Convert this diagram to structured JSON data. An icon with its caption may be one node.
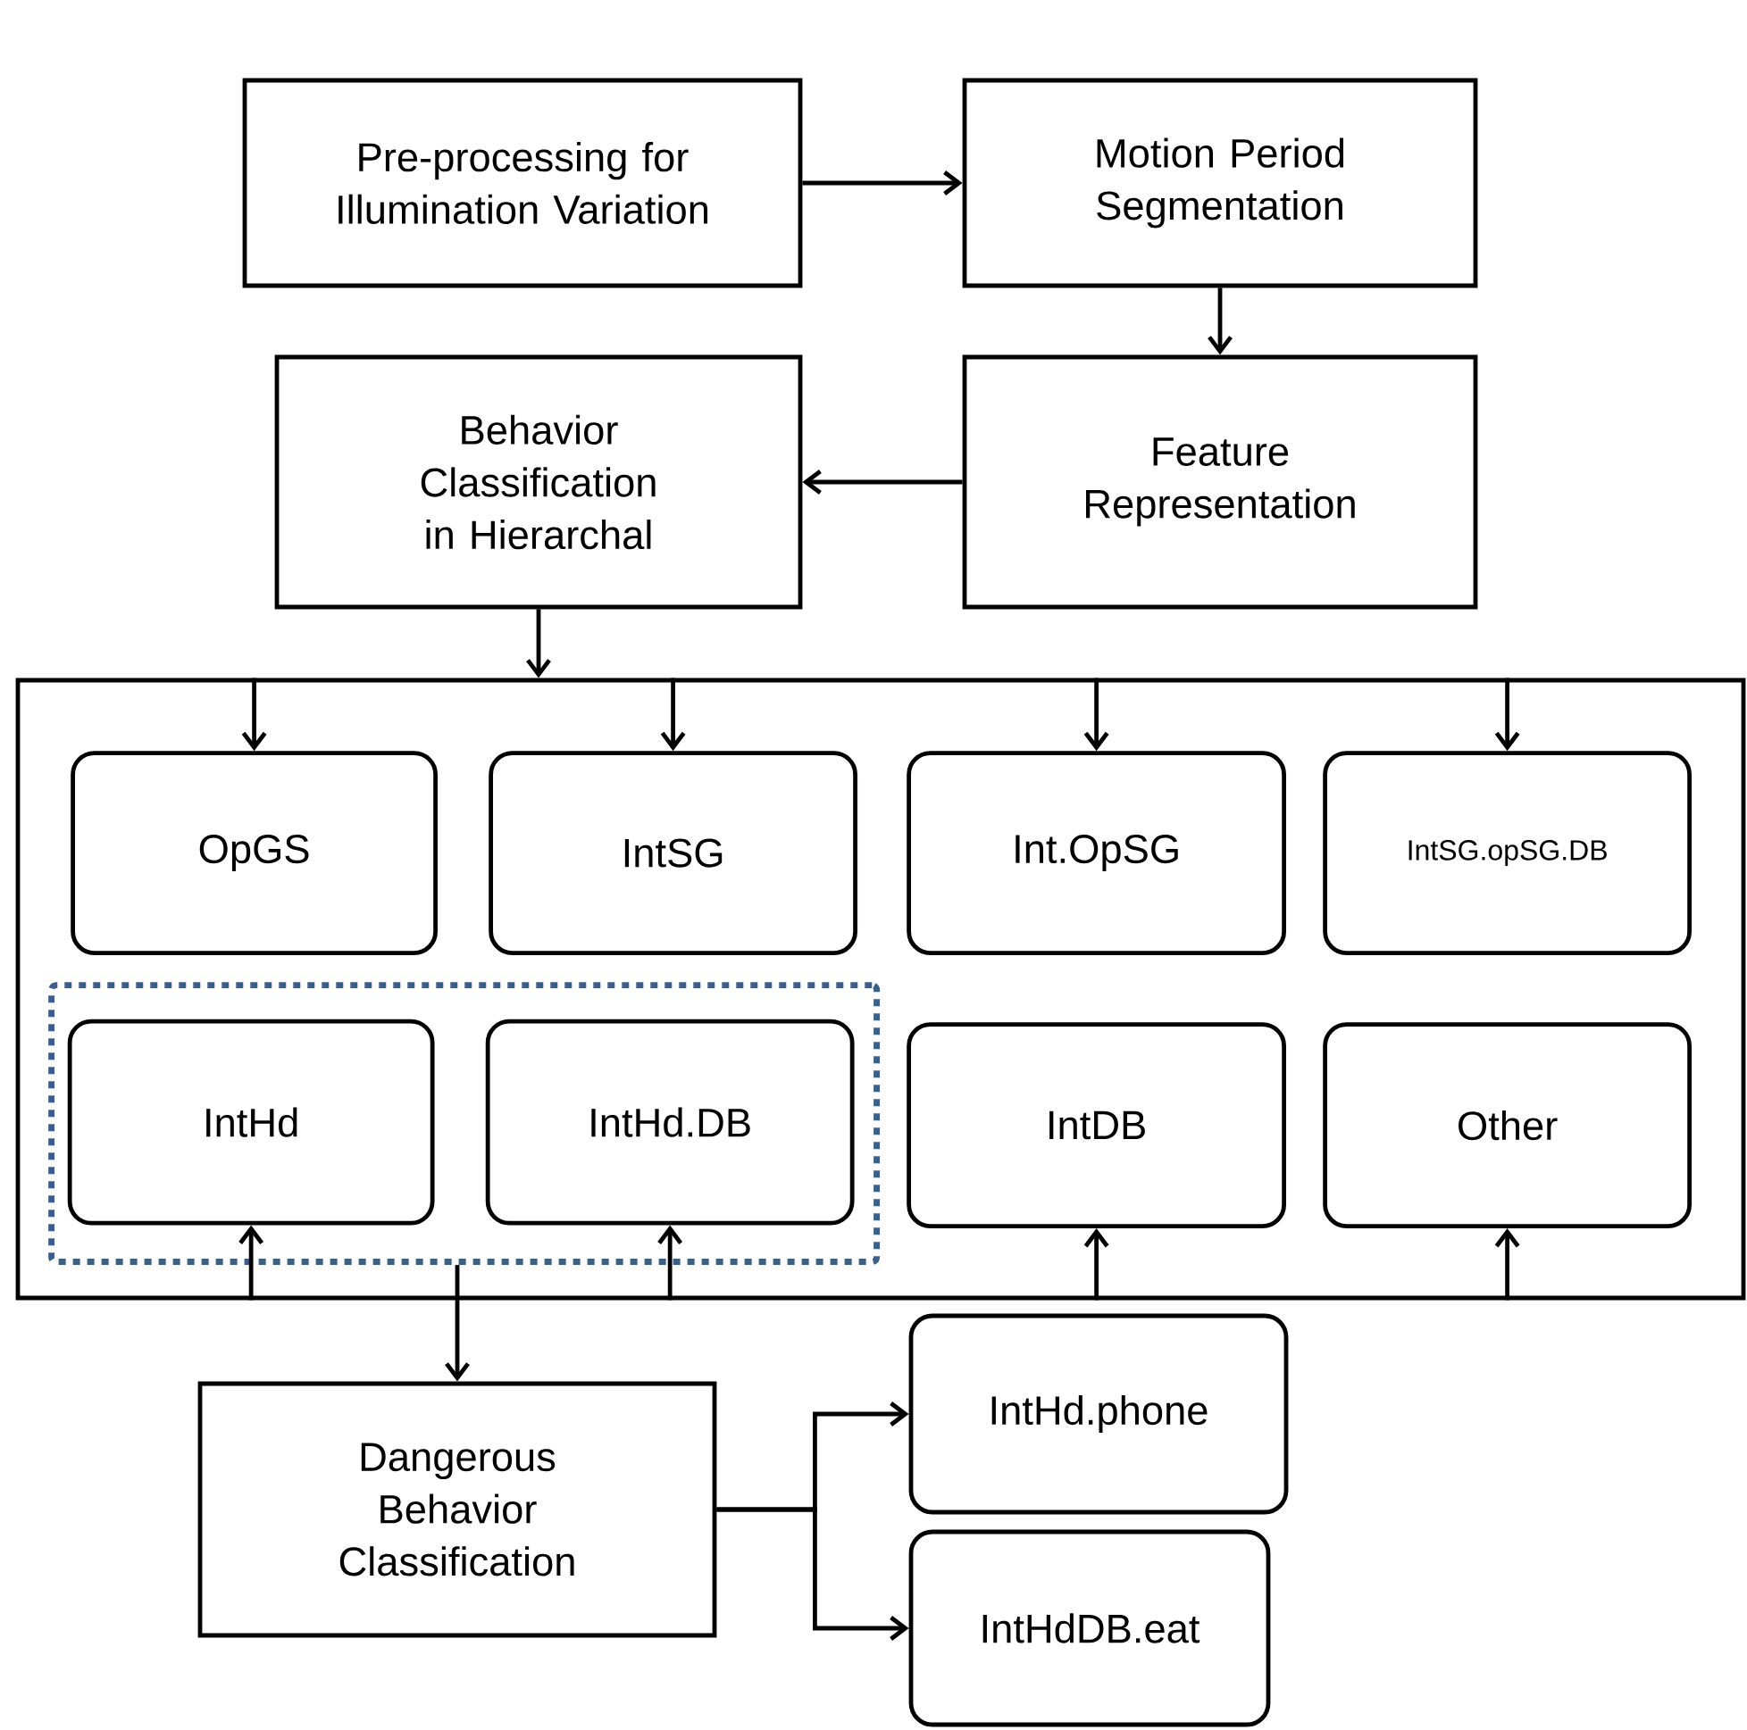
{
  "diagram": {
    "nodes": [
      {
        "text": [
          "Pre-processing for Illumination Variation"
        ]
      },
      {
        "text": [
          "Motion Period Segmentation"
        ]
      },
      {
        "text": [
          "Feature Representation"
        ]
      },
      {
        "text": [
          "Behavior Classification in Hierarchal"
        ]
      },
      {
        "text": [],
        "shape": "box"
      },
      {
        "text": [
          "OpGS"
        ],
        "in": 4
      },
      {
        "text": [
          "IntSG"
        ],
        "in": 4
      },
      {
        "text": [
          "Int.OpSG"
        ],
        "in": 4
      },
      {
        "text": [
          "IntSG.opSG.DB"
        ],
        "in": 4
      },
      {
        "text": [],
        "shape": "box",
        "in": 4
      },
      {
        "text": [
          "IntHd"
        ],
        "in": 9
      },
      {
        "text": [
          "IntHd.DB"
        ],
        "in": 9
      },
      {
        "text": [
          "IntDB"
        ],
        "in": 4
      },
      {
        "text": [
          "Other"
        ],
        "in": 4
      },
      {
        "text": [
          "Dangerous Behavior Classification"
        ]
      },
      {
        "text": [
          "IntHd.phone"
        ]
      },
      {
        "text": [
          "IntHdDB.eat"
        ]
      }
    ],
    "edges": [
      {
        "from": 0,
        "to": 1,
        "arrow": "to"
      },
      {
        "from": 1,
        "to": 2,
        "arrow": "to"
      },
      {
        "from": 2,
        "to": 3,
        "arrow": "to"
      },
      {
        "from": 3,
        "to": 4,
        "arrow": "to"
      },
      {
        "from": 4,
        "to": 5,
        "arrow": "to"
      },
      {
        "from": 4,
        "to": 6,
        "arrow": "to"
      },
      {
        "from": 4,
        "to": 7,
        "arrow": "to"
      },
      {
        "from": 4,
        "to": 8,
        "arrow": "to"
      },
      {
        "from": 4,
        "to": 10,
        "arrow": "to"
      },
      {
        "from": 4,
        "to": 11,
        "arrow": "to"
      },
      {
        "from": 4,
        "to": 12,
        "arrow": "to"
      },
      {
        "from": 4,
        "to": 13,
        "arrow": "to"
      },
      {
        "from": 9,
        "to": 14,
        "arrow": "to"
      },
      {
        "from": 14,
        "to": 15,
        "arrow": "to"
      },
      {
        "from": 14,
        "to": 16,
        "arrow": "to"
      }
    ]
  }
}
